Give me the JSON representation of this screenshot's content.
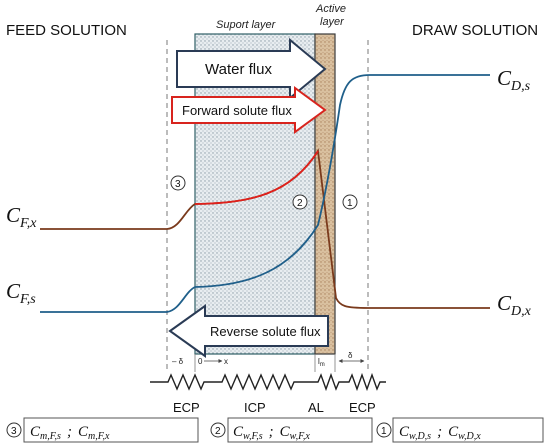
{
  "headers": {
    "feed": "FEED SOLUTION",
    "draw": "DRAW SOLUTION",
    "support": "Suport layer",
    "active_line1": "Active",
    "active_line2": "layer"
  },
  "fluxes": {
    "water": "Water flux",
    "forward": "Forward solute flux",
    "reverse": "Reverse solute flux"
  },
  "concentrations": {
    "cds_main": "C",
    "cds_sub": "D,s",
    "cfx_main": "C",
    "cfx_sub": "F,x",
    "cfs_main": "C",
    "cfs_sub": "F,s",
    "cdx_main": "C",
    "cdx_sub": "D,x"
  },
  "markers": {
    "m1": "1",
    "m2": "2",
    "m3": "3"
  },
  "axis": {
    "minus_delta": "– δ",
    "zero": "0",
    "x": "x",
    "lm": "l",
    "lm_sub": "m",
    "delta": "δ"
  },
  "resistances": {
    "ecp_left": "ECP",
    "icp": "ICP",
    "al": "AL",
    "ecp_right": "ECP"
  },
  "formulas": {
    "f3_num": "3",
    "f3_text": "C m,F,s ; C m,F,x",
    "f3_a": "C",
    "f3_a_sub": "m,F,s",
    "f3_sep": ";",
    "f3_b": "C",
    "f3_b_sub": "m,F,x",
    "f2_num": "2",
    "f2_a": "C",
    "f2_a_sub": "w,F,s",
    "f2_sep": ";",
    "f2_b": "C",
    "f2_b_sub": "w,F,x",
    "f1_num": "1",
    "f1_a": "C",
    "f1_a_sub": "w,D,s",
    "f1_sep": ";",
    "f1_b": "C",
    "f1_b_sub": "w,D,x"
  },
  "colors": {
    "blue_curve": "#1f5f8a",
    "red_curve": "#e0201b",
    "brown_curve": "#7a3a1c",
    "support_fill": "#dfe6ea",
    "active_fill": "#d8bfa0",
    "arrow_outline_dark": "#2a3b55",
    "arrow_outline_red": "#d8241e"
  }
}
